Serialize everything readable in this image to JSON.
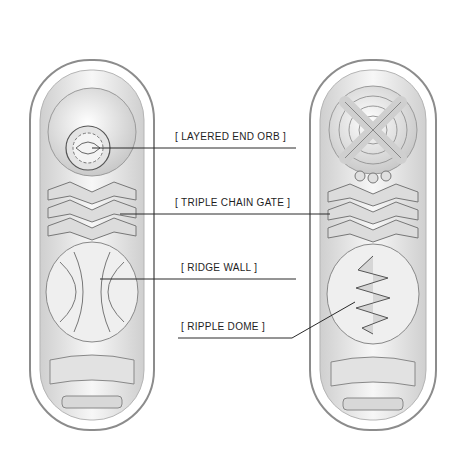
{
  "diagram": {
    "labels": [
      "[ LAYERED END ORB ]",
      "[ TRIPLE CHAIN GATE ]",
      "[ RIDGE WALL ]",
      "[ RIPPLE DOME ]"
    ]
  }
}
